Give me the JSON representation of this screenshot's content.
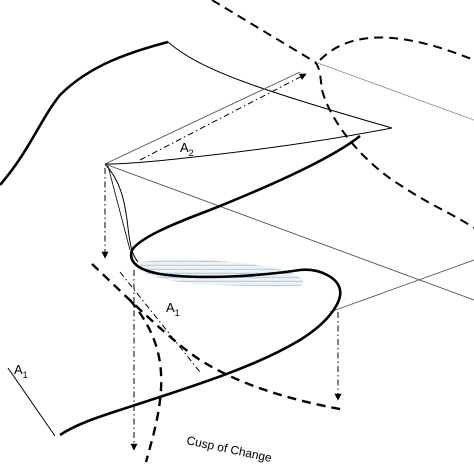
{
  "labels": {
    "a2_main": "A",
    "a2_sub": "2",
    "a1_inner_main": "A",
    "a1_inner_sub": "1",
    "a1_outer_main": "A",
    "a1_outer_sub": "1",
    "cusp": "Cusp of Change"
  },
  "colors": {
    "line": "#000000",
    "grid_line": "#555555",
    "light_line": "#888888",
    "hatch_stroke": "#9cb6c8",
    "hatch_bg": "#eef3f7"
  }
}
